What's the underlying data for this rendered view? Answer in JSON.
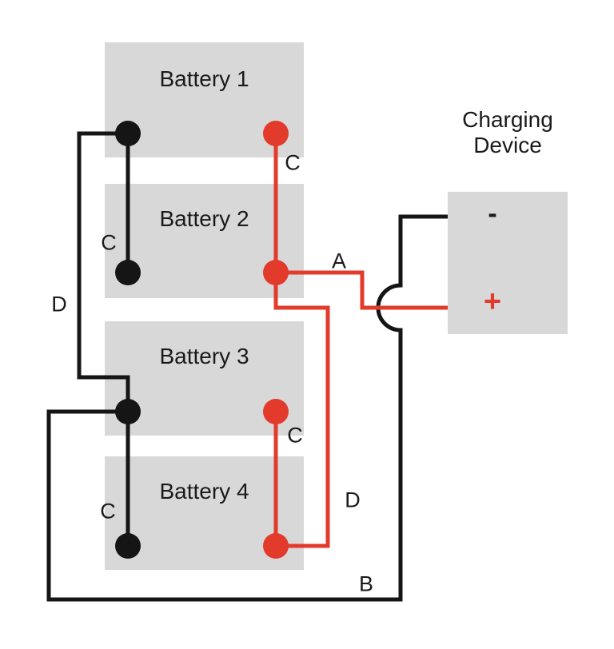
{
  "batteries": [
    {
      "id": "battery-1",
      "label": "Battery 1"
    },
    {
      "id": "battery-2",
      "label": "Battery 2"
    },
    {
      "id": "battery-3",
      "label": "Battery 3"
    },
    {
      "id": "battery-4",
      "label": "Battery 4"
    }
  ],
  "charging_device": {
    "title_line1": "Charging",
    "title_line2": "Device",
    "negative_terminal_label": "-",
    "positive_terminal_label": "+"
  },
  "wire_labels": {
    "a": "A",
    "b": "B",
    "c_red_batt1_batt2": "C",
    "c_black_batt1_batt2": "C",
    "c_red_batt3_batt4": "C",
    "c_black_batt3_batt4": "C",
    "d_black": "D",
    "d_red": "D"
  },
  "wires": [
    {
      "label": "A",
      "color": "red",
      "connects": "Battery 2 positive terminal to Charging Device positive terminal"
    },
    {
      "label": "B",
      "color": "black",
      "connects": "Battery 3 negative terminal to Charging Device negative terminal"
    },
    {
      "label": "C",
      "color": "red",
      "connects": "Battery 1 positive terminal to Battery 2 positive terminal"
    },
    {
      "label": "C",
      "color": "black",
      "connects": "Battery 1 negative terminal to Battery 2 negative terminal"
    },
    {
      "label": "C",
      "color": "red",
      "connects": "Battery 3 positive terminal to Battery 4 positive terminal"
    },
    {
      "label": "C",
      "color": "black",
      "connects": "Battery 3 negative terminal to Battery 4 negative terminal"
    },
    {
      "label": "D",
      "color": "black",
      "connects": "Battery 1 negative terminal to Battery 3 negative terminal"
    },
    {
      "label": "D",
      "color": "red",
      "connects": "Battery 2 positive terminal to Battery 4 positive terminal"
    }
  ],
  "colors": {
    "positive_wire": "#e23a2b",
    "negative_wire": "#151515",
    "component_fill": "#d8d8d8",
    "background": "#ffffff"
  }
}
